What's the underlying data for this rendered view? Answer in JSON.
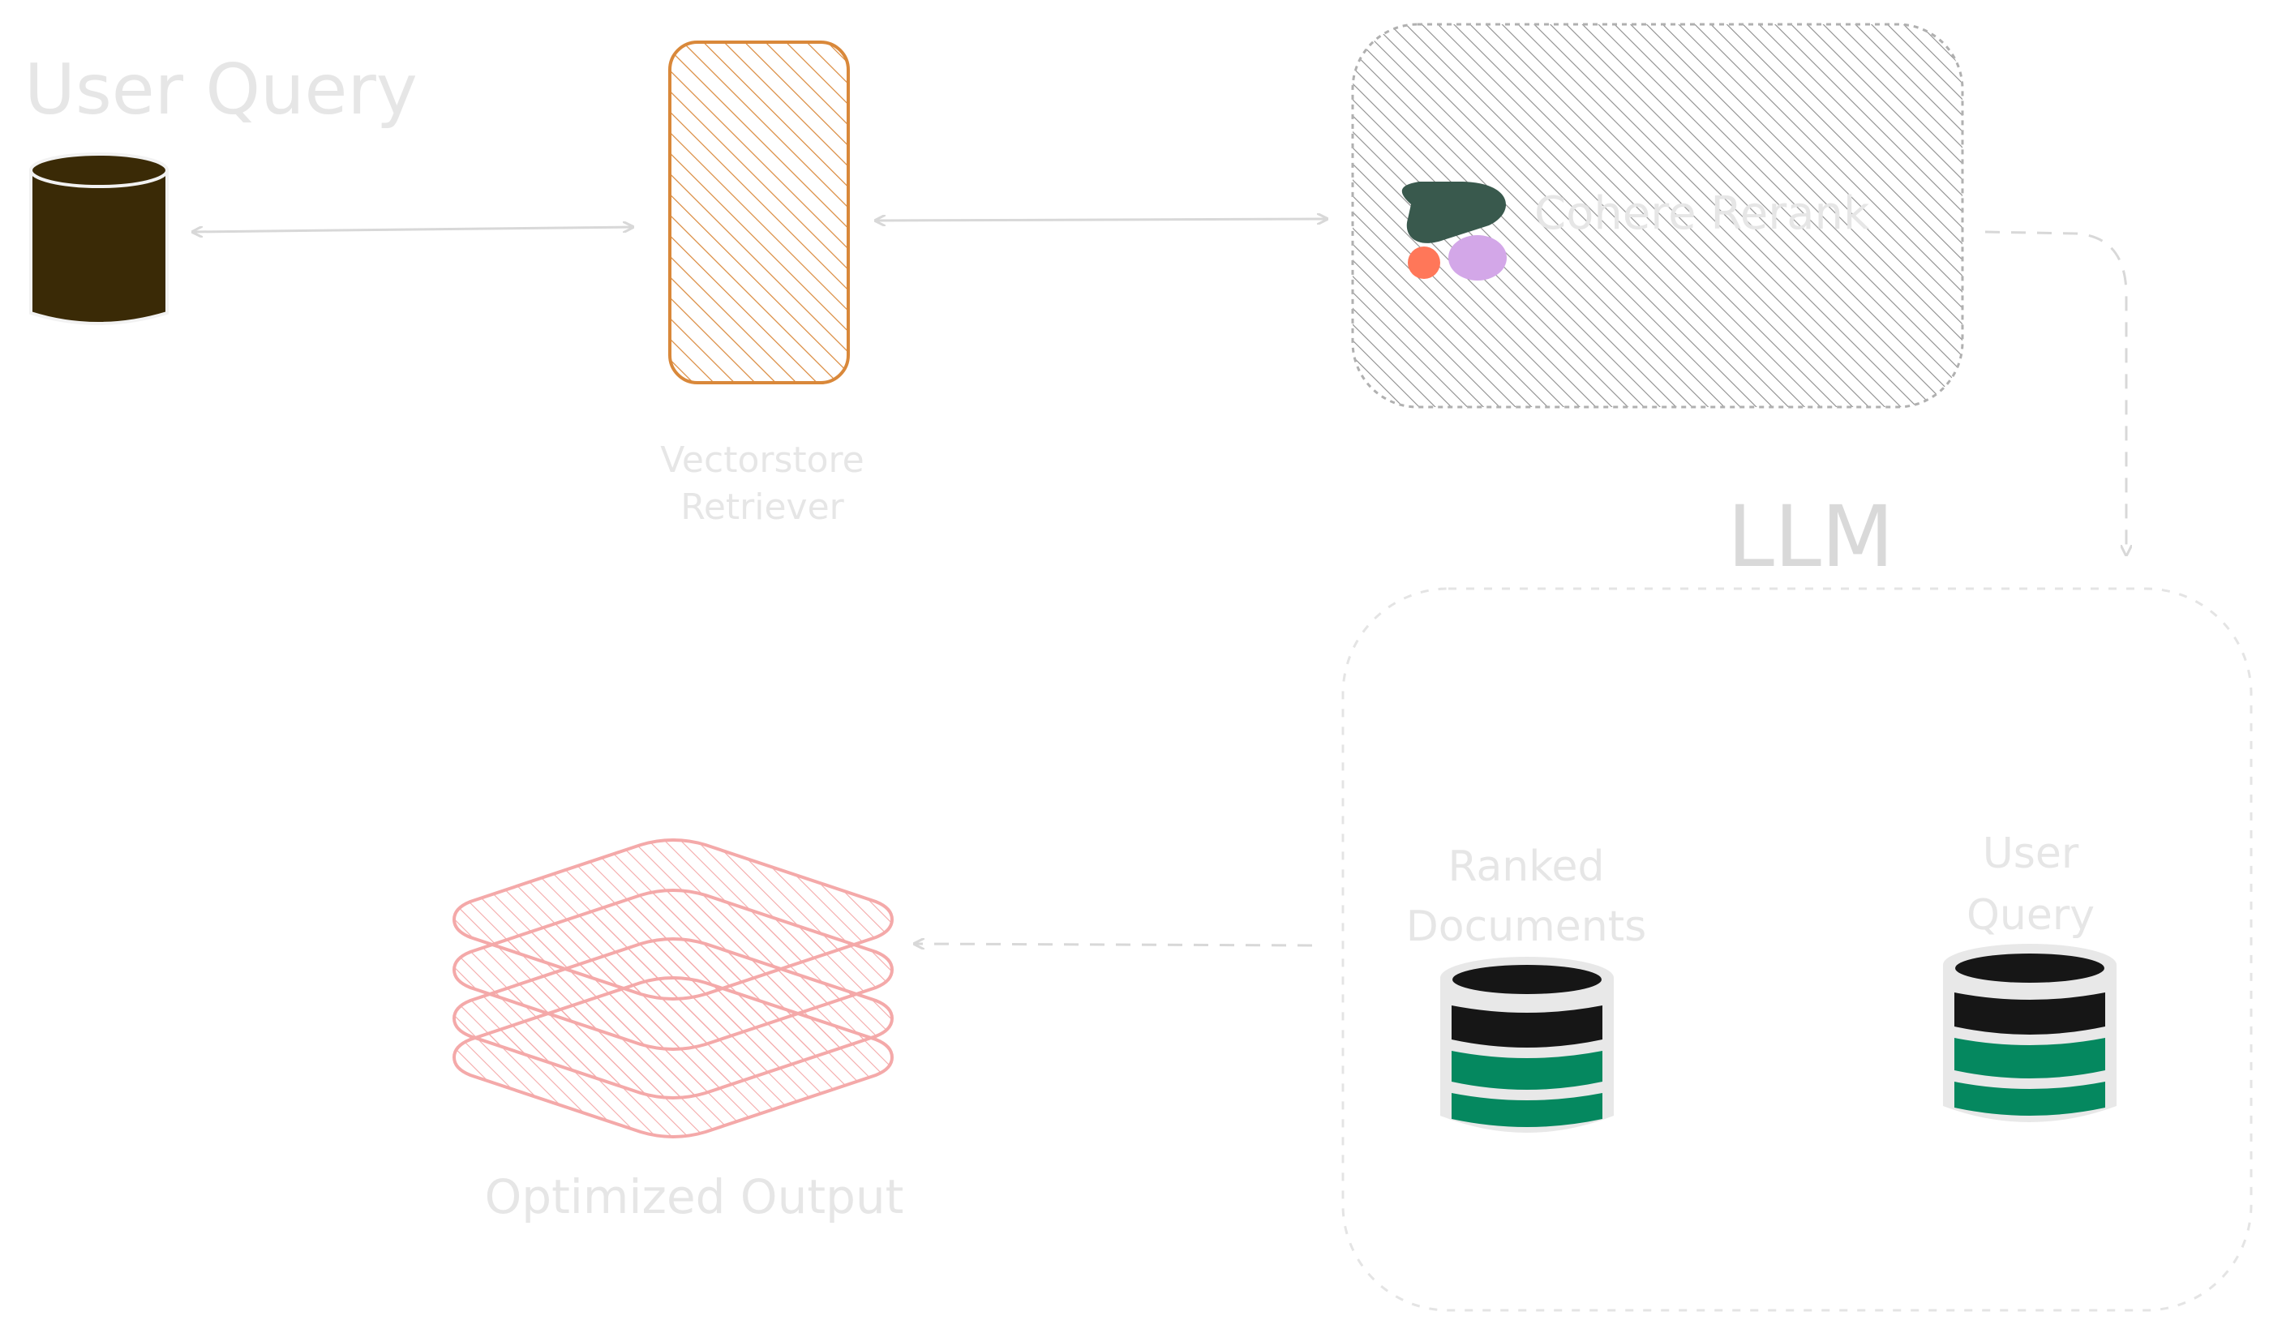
{
  "labels": {
    "user_query_top": "User Query",
    "vectorstore_line1": "Vectorstore",
    "vectorstore_line2": "Retriever",
    "cohere_rerank": "Cohere Rerank",
    "llm": "LLM",
    "ranked_line1": "Ranked",
    "ranked_line2": "Documents",
    "user_query_db_line1": "User",
    "user_query_db_line2": "Query",
    "optimized_output": "Optimized Output"
  },
  "colors": {
    "background": "#ffffff",
    "faint_text": "#e6e6e6",
    "arrow": "#d8d8d8",
    "user_query_db": "#3a2a06",
    "retriever_stroke": "#d9883a",
    "cohere_hatch": "#8c8c8c",
    "cohere_logo_dark": "#39594d",
    "cohere_logo_coral": "#ff7759",
    "cohere_logo_lilac": "#d3a7e8",
    "llm_text": "#d9d9d9",
    "db_black": "#161616",
    "db_green": "#05885f",
    "db_rim": "#e8e8e8",
    "output_stroke": "#f4a9a9"
  },
  "icons": {
    "user_query": "database-cylinder-icon",
    "retriever": "vectorstore-box-icon",
    "cohere": "cohere-logo-icon",
    "ranked_docs": "database-stack-icon",
    "user_query_db": "database-stack-icon",
    "output": "layers-stack-icon"
  }
}
